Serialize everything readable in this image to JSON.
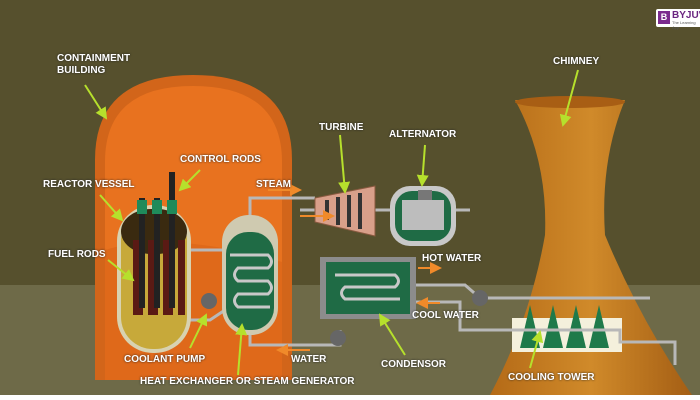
{
  "logo": {
    "mark": "B",
    "name": "BYJU'S",
    "tagline": "The Learning App"
  },
  "labels": {
    "containment_building": [
      "CONTAINMENT",
      "BUILDING"
    ],
    "control_rods": "CONTROL RODS",
    "reactor_vessel": "REACTOR VESSEL",
    "fuel_rods": "FUEL RODS",
    "steam": "STEAM",
    "turbine": "TURBINE",
    "alternator": "ALTERNATOR",
    "chimney": "CHIMNEY",
    "hot_water": "HOT WATER",
    "cool_water": "COOL WATER",
    "coolant_pump": "COOLANT PUMP",
    "water": "WATER",
    "heat_exchanger": "HEAT EXCHANGER OR STEAM GENERATOR",
    "condensor": "CONDENSOR",
    "cooling_tower": "COOLING TOWER"
  },
  "colors": {
    "background": "#56502d",
    "floor": "#6e6a48",
    "containment": "#d2651a",
    "chimney": "#c67a1f",
    "pointer": "#b6e02c",
    "flow_arrow": "#f08a2a",
    "coolant_green": "#1f6b45"
  }
}
